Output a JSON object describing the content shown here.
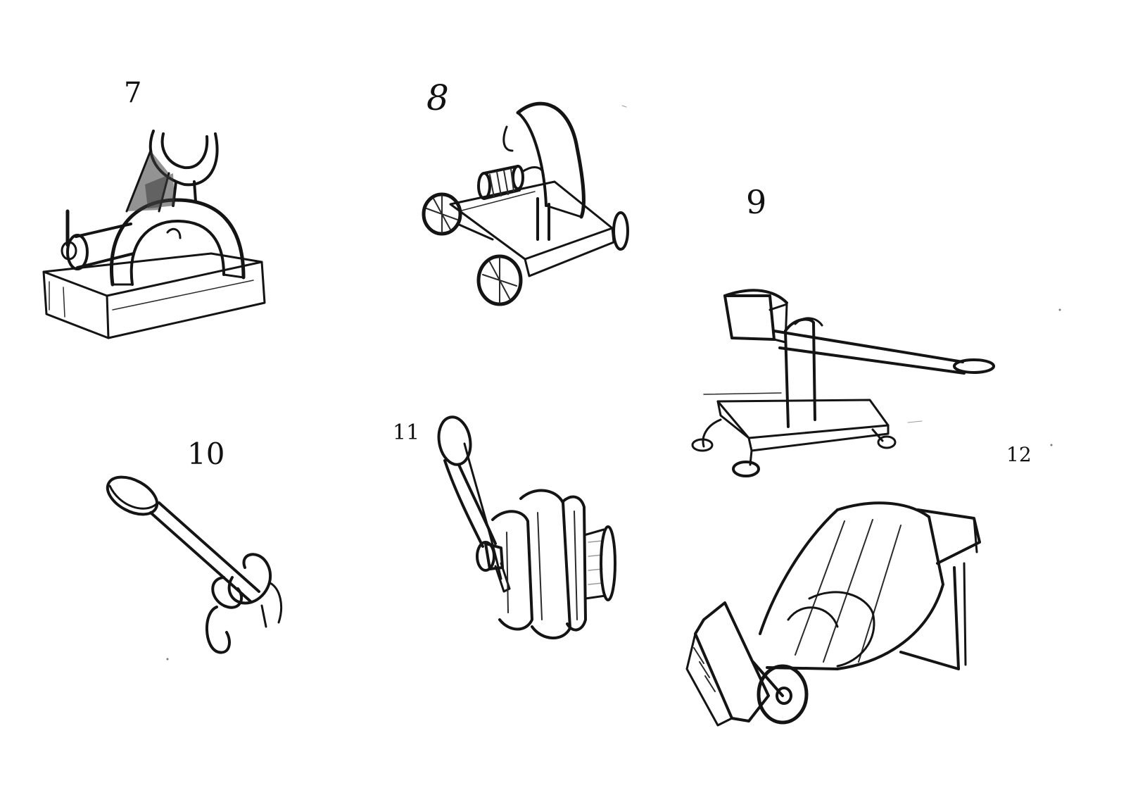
{
  "sketches": [
    {
      "id": "sketch-7",
      "number": "7",
      "icon": "catapult-cradle-icon"
    },
    {
      "id": "sketch-8",
      "number": "8",
      "icon": "wheeled-catapult-icon"
    },
    {
      "id": "sketch-9",
      "number": "9",
      "icon": "lever-catapult-icon"
    },
    {
      "id": "sketch-10",
      "number": "10",
      "icon": "spoon-lever-icon"
    },
    {
      "id": "sketch-11",
      "number": "11",
      "icon": "crank-winch-icon"
    },
    {
      "id": "sketch-12",
      "number": "12",
      "icon": "mounted-cannon-icon"
    }
  ],
  "colors": {
    "ink": "#141414",
    "paper": "#ffffff"
  }
}
